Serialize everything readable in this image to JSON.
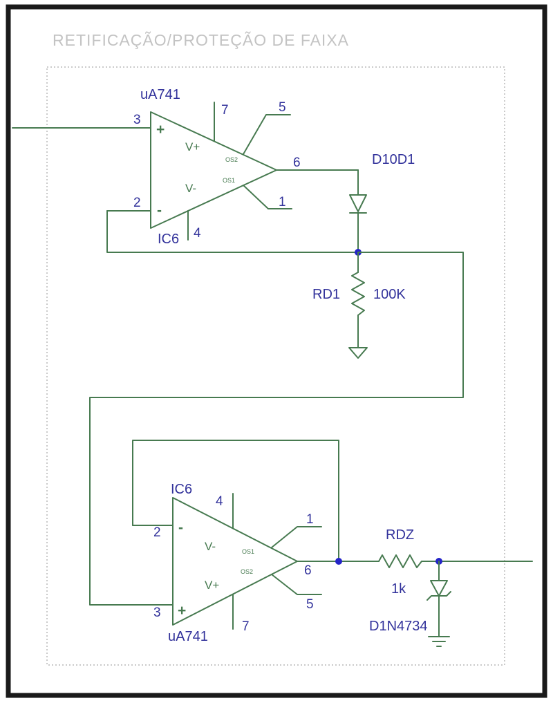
{
  "title": "RETIFICAÇÃO/PROTEÇÃO DE FAIXA",
  "colors": {
    "bg": "#ffffff",
    "border": "#1a1a1a",
    "frame": "#b8b8b8",
    "title": "#c3c3c3",
    "wire": "#477a50",
    "label": "#32329b",
    "junction": "#2424c8"
  },
  "opamp1": {
    "part": "uA741",
    "ref": "IC6",
    "pin_in_plus": "3",
    "pin_in_minus": "2",
    "pin_vplus": "7",
    "pin_vminus": "4",
    "pin_out": "6",
    "pin_os1": "1",
    "pin_os2": "5",
    "plus": "+",
    "minus": "-",
    "vplus": "V+",
    "vminus": "V-",
    "os1": "OS1",
    "os2": "OS2"
  },
  "opamp2": {
    "part": "uA741",
    "ref": "IC6",
    "pin_in_plus": "3",
    "pin_in_minus": "2",
    "pin_vplus": "7",
    "pin_vminus": "4",
    "pin_out": "6",
    "pin_os1": "1",
    "pin_os2": "5",
    "plus": "+",
    "minus": "-",
    "vplus": "V+",
    "vminus": "V-",
    "os1": "OS1",
    "os2": "OS2"
  },
  "diode": {
    "ref": "D10D1"
  },
  "resistor_rd1": {
    "ref": "RD1",
    "value": "100K"
  },
  "resistor_rdz": {
    "ref": "RDZ",
    "value": "1k"
  },
  "zener": {
    "ref": "D1N4734"
  }
}
